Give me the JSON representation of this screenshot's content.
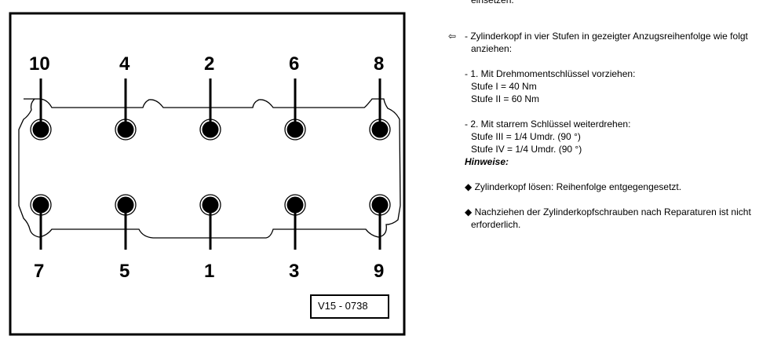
{
  "diagram": {
    "top_labels": [
      "10",
      "4",
      "2",
      "6",
      "8"
    ],
    "bottom_labels": [
      "7",
      "5",
      "1",
      "3",
      "9"
    ],
    "figure_id": "V15 - 0738"
  },
  "text": {
    "prev_line": "einsetzen.",
    "arrow_icon": "arrow-left-icon",
    "step_intro_1": "- Zylinderkopf in vier Stufen in gezeigter Anzugsreihenfolge wie folgt",
    "step_intro_2": "anziehen:",
    "stage1_title": "- 1. Mit Drehmomentschlüssel vorziehen:",
    "stage1_a": "Stufe I  = 40 Nm",
    "stage1_b": "Stufe II = 60 Nm",
    "stage2_title": "- 2. Mit starrem Schlüssel weiterdrehen:",
    "stage2_a": "Stufe III = 1/4 Umdr. (90 °)",
    "stage2_b": "Stufe IV = 1/4 Umdr. (90 °)",
    "notes_heading": "Hinweise:",
    "note1": "Zylinderkopf lösen: Reihenfolge entgegengesetzt.",
    "note2_1": "Nachziehen der Zylinderkopfschrauben nach Reparaturen ist nicht",
    "note2_2": "erforderlich."
  }
}
